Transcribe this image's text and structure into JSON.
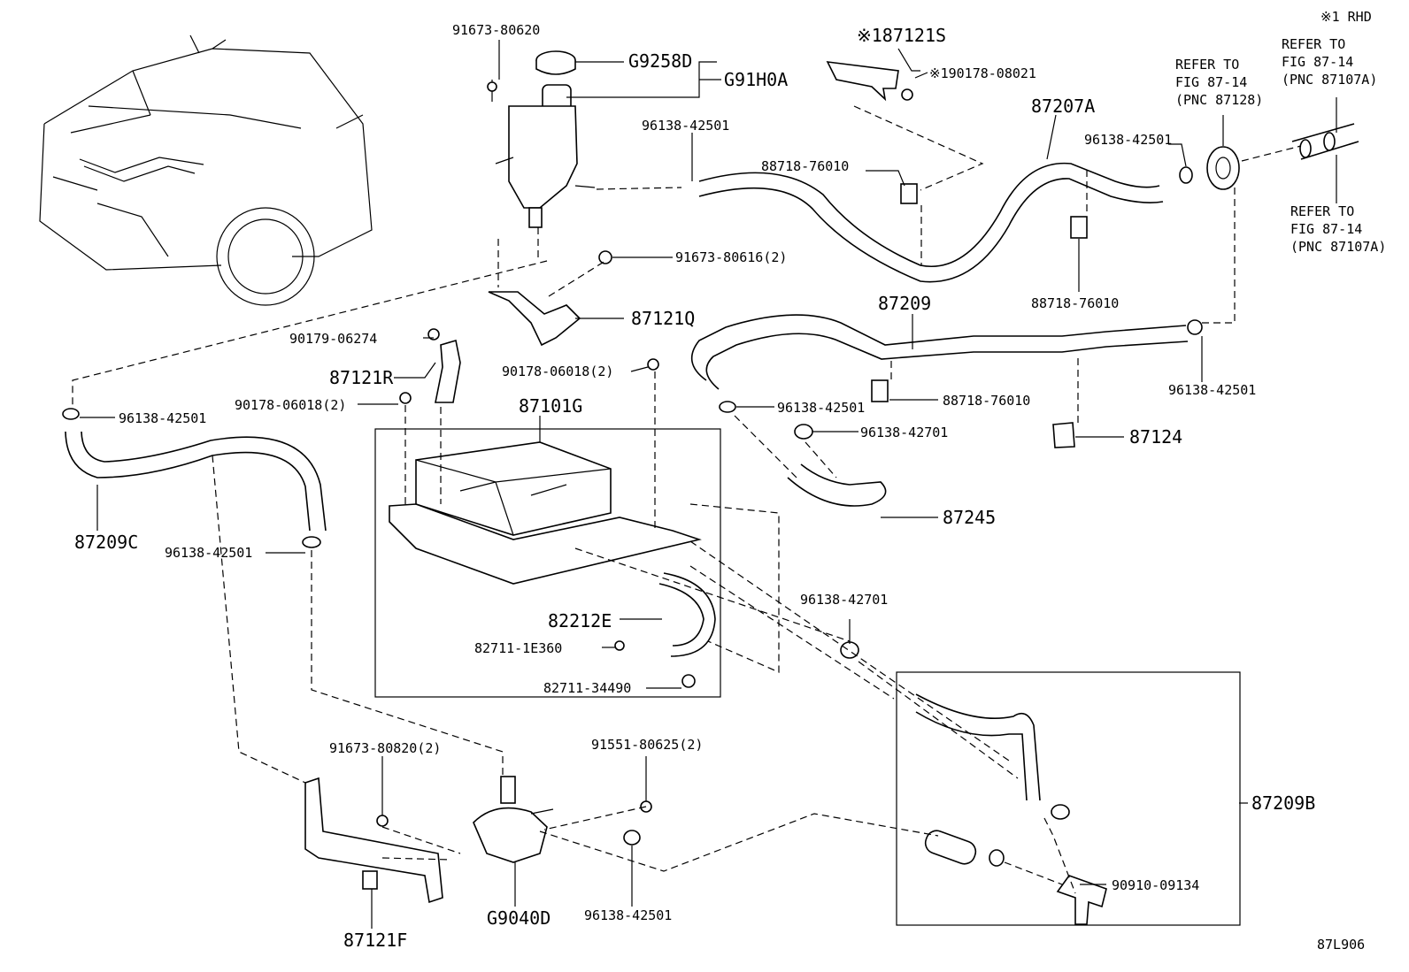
{
  "labels": {
    "rhd_note": "※1 RHD",
    "p91673_80620": "91673-80620",
    "g9258d": "G9258D",
    "g91h0a": "G91H0A",
    "p96138_42501_a": "96138-42501",
    "p91673_80616": "91673-80616(2)",
    "p87121q": "87121Q",
    "p87121s": "※187121S",
    "p90178_08021": "※190178-08021",
    "p87207a": "87207A",
    "p88718_76010_a": "88718-76010",
    "p96138_42501_b": "96138-42501",
    "p88718_76010_b": "88718-76010",
    "refer1": [
      "REFER TO",
      "FIG 87-14",
      "(PNC 87128)"
    ],
    "refer2": [
      "REFER TO",
      "FIG 87-14",
      "(PNC 87107A)"
    ],
    "refer3": [
      "REFER TO",
      "FIG 87-14",
      "(PNC 87107A)"
    ],
    "p87209": "87209",
    "p96138_42501_c": "96138-42501",
    "p88718_76010_c": "88718-76010",
    "p96138_42501_d": "96138-42501",
    "p96138_42701_a": "96138-42701",
    "p87124": "87124",
    "p87245": "87245",
    "p90179_06274": "90179-06274",
    "p87121r": "87121R",
    "p90178_06018_a": "90178-06018(2)",
    "p90178_06018_b": "90178-06018(2)",
    "p87101g": "87101G",
    "p96138_42501_e": "96138-42501",
    "p87209c": "87209C",
    "p96138_42501_f": "96138-42501",
    "p82212e": "82212E",
    "p82711_1e360": "82711-1E360",
    "p82711_34490": "82711-34490",
    "p96138_42701_b": "96138-42701",
    "p87209b": "87209B",
    "p90910_09134": "90910-09134",
    "p91673_80820": "91673-80820(2)",
    "p91551_80625": "91551-80625(2)",
    "p96138_42501_g": "96138-42501",
    "g9040d": "G9040D",
    "p87121f": "87121F",
    "fig_code": "87L906"
  }
}
